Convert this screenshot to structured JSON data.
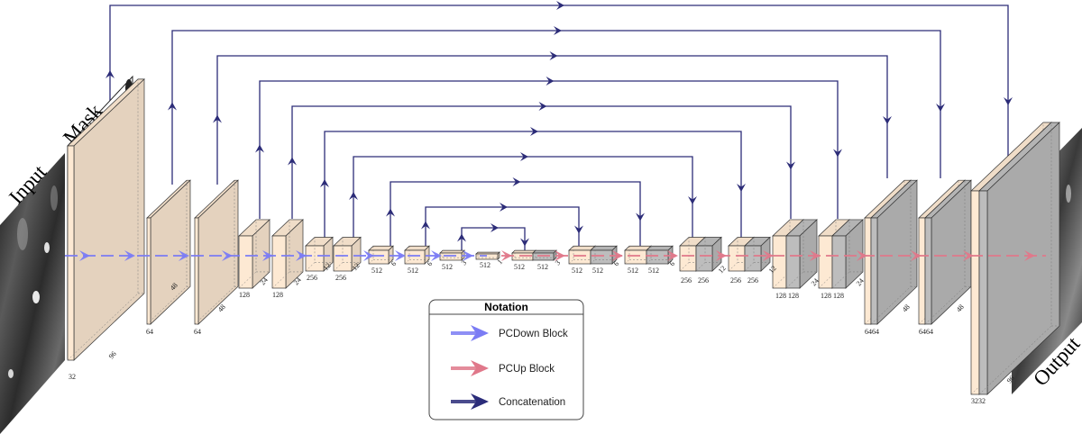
{
  "titles": {
    "input": "Input",
    "mask": "Mask",
    "output": "Output"
  },
  "legend": {
    "title": "Notation",
    "items": [
      {
        "label": "PCDown Block",
        "color": "#7b7cf4"
      },
      {
        "label": "PCUp Block",
        "color": "#e0788a"
      },
      {
        "label": "Concatenation",
        "color": "#2b2c7a"
      }
    ]
  },
  "colors": {
    "feature_map": "#fde9d3",
    "concat_map": "#bdbdbd",
    "skip_line": "#2c2c78",
    "down_arrow": "#7b7cf4",
    "up_arrow": "#e0788a"
  },
  "blocks": {
    "enc1": {
      "channels": "32",
      "size": "96"
    },
    "enc2": {
      "channels": "64",
      "size": "48"
    },
    "enc3": {
      "channels": "64",
      "size": "48"
    },
    "enc4": {
      "channels": "128",
      "size": "24"
    },
    "enc5": {
      "channels": "128",
      "size": "24"
    },
    "enc6": {
      "channels": "256",
      "size": "12"
    },
    "enc7": {
      "channels": "256",
      "size": "12"
    },
    "enc8": {
      "channels": "512",
      "size": "6"
    },
    "enc9": {
      "channels": "512",
      "size": "6"
    },
    "enc10": {
      "channels": "512",
      "size": "3"
    },
    "bott": {
      "channels": "512",
      "size": "1"
    },
    "dec10": {
      "channels": "512",
      "channels2": "512",
      "size": "3"
    },
    "dec9": {
      "channels": "512",
      "channels2": "512",
      "size": "6"
    },
    "dec8": {
      "channels": "512",
      "channels2": "512",
      "size": "6"
    },
    "dec7": {
      "channels": "256",
      "channels2": "256",
      "size": "12"
    },
    "dec6": {
      "channels": "256",
      "channels2": "256",
      "size": "12"
    },
    "dec5": {
      "channels": "128",
      "channels2": "128",
      "size": "24"
    },
    "dec4": {
      "channels": "128",
      "channels2": "128",
      "size": "24"
    },
    "dec3": {
      "channels": "64",
      "channels2": "64",
      "size": "48"
    },
    "dec2": {
      "channels": "64",
      "channels2": "64",
      "size": "48"
    },
    "dec1": {
      "channels": "32",
      "channels2": "32",
      "size": "96"
    }
  }
}
